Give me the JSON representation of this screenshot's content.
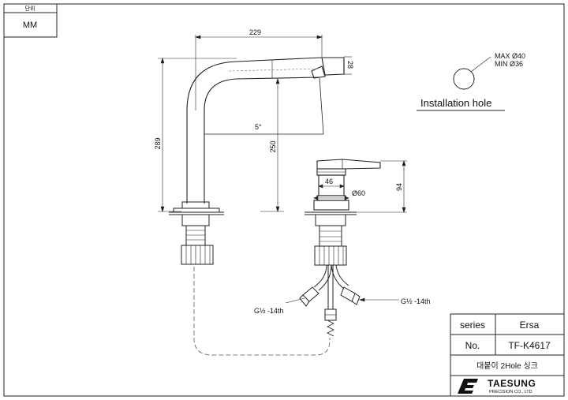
{
  "unit_box": {
    "header": "단위",
    "value": "MM"
  },
  "dimensions": {
    "spout_reach": "229",
    "spout_thickness": "28",
    "overall_height": "289",
    "spout_clearance": "250",
    "spout_angle": "5°",
    "handle_width": "46",
    "handle_base_diameter": "Ø60",
    "handle_height": "94"
  },
  "hole_spec": {
    "max": "MAX Ø40",
    "min": "MIN Ø36",
    "title": "Installation hole"
  },
  "thread_labels": {
    "left": "G½ -14th",
    "right": "G½ -14th"
  },
  "title_block": {
    "series_label": "series",
    "series_value": "Ersa",
    "no_label": "No.",
    "no_value": "TF-K4617",
    "description": "대붙이 2Hole 싱크",
    "brand": "TAESUNG",
    "brand_sub": "PRECISION CO., LTD"
  },
  "colors": {
    "line": "#1a1a1a",
    "paper": "#ffffff"
  }
}
